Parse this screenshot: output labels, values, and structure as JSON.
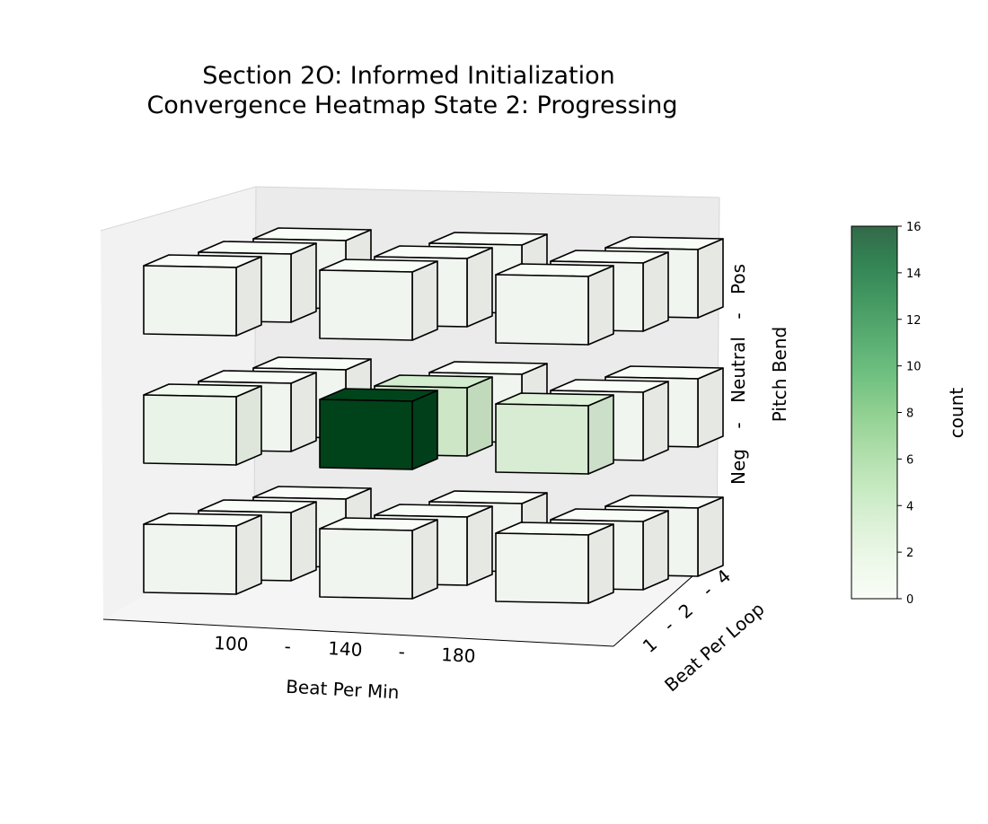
{
  "chart_data": {
    "type": "heatmap",
    "subtype": "3d-voxel",
    "title": [
      "Section 2O: Informed Initialization",
      "Convergence Heatmap State 2: Progressing"
    ],
    "x_axis": {
      "label": "Beat Per Min",
      "tick_labels": [
        "100",
        "-",
        "140",
        "-",
        "180"
      ]
    },
    "y_axis": {
      "label": "Beat Per Loop",
      "tick_labels": [
        "1",
        "-",
        "2",
        "-",
        "4"
      ]
    },
    "z_axis": {
      "label": "Pitch Bend",
      "tick_labels": [
        "Neg",
        "-",
        "Neutral",
        "-",
        "Pos"
      ]
    },
    "colorbar": {
      "label": "count",
      "range": [
        0,
        16
      ],
      "ticks": [
        "0",
        "2",
        "4",
        "6",
        "8",
        "10",
        "12",
        "14",
        "16"
      ],
      "colormap": "Greens"
    },
    "x_categories": [
      "100",
      "140",
      "180"
    ],
    "y_categories": [
      "1",
      "2",
      "4"
    ],
    "z_categories": [
      "Neg",
      "Neutral",
      "Pos"
    ],
    "cells": [
      {
        "x": "100",
        "y": "1",
        "z": "Neg",
        "count": 0
      },
      {
        "x": "100",
        "y": "2",
        "z": "Neg",
        "count": 0
      },
      {
        "x": "100",
        "y": "4",
        "z": "Neg",
        "count": 0
      },
      {
        "x": "140",
        "y": "1",
        "z": "Neg",
        "count": 0
      },
      {
        "x": "140",
        "y": "2",
        "z": "Neg",
        "count": 0
      },
      {
        "x": "140",
        "y": "4",
        "z": "Neg",
        "count": 0
      },
      {
        "x": "180",
        "y": "1",
        "z": "Neg",
        "count": 0
      },
      {
        "x": "180",
        "y": "2",
        "z": "Neg",
        "count": 0
      },
      {
        "x": "180",
        "y": "4",
        "z": "Neg",
        "count": 0
      },
      {
        "x": "100",
        "y": "1",
        "z": "Neutral",
        "count": 1
      },
      {
        "x": "100",
        "y": "2",
        "z": "Neutral",
        "count": 0
      },
      {
        "x": "100",
        "y": "4",
        "z": "Neutral",
        "count": 0
      },
      {
        "x": "140",
        "y": "1",
        "z": "Neutral",
        "count": 16
      },
      {
        "x": "140",
        "y": "2",
        "z": "Neutral",
        "count": 4
      },
      {
        "x": "140",
        "y": "4",
        "z": "Neutral",
        "count": 0
      },
      {
        "x": "180",
        "y": "1",
        "z": "Neutral",
        "count": 3
      },
      {
        "x": "180",
        "y": "2",
        "z": "Neutral",
        "count": 0
      },
      {
        "x": "180",
        "y": "4",
        "z": "Neutral",
        "count": 0
      },
      {
        "x": "100",
        "y": "1",
        "z": "Pos",
        "count": 0
      },
      {
        "x": "100",
        "y": "2",
        "z": "Pos",
        "count": 0
      },
      {
        "x": "100",
        "y": "4",
        "z": "Pos",
        "count": 0
      },
      {
        "x": "140",
        "y": "1",
        "z": "Pos",
        "count": 0
      },
      {
        "x": "140",
        "y": "2",
        "z": "Pos",
        "count": 0
      },
      {
        "x": "140",
        "y": "4",
        "z": "Pos",
        "count": 0
      },
      {
        "x": "180",
        "y": "1",
        "z": "Pos",
        "count": 0
      },
      {
        "x": "180",
        "y": "2",
        "z": "Pos",
        "count": 0
      },
      {
        "x": "180",
        "y": "4",
        "z": "Pos",
        "count": 0
      }
    ]
  }
}
